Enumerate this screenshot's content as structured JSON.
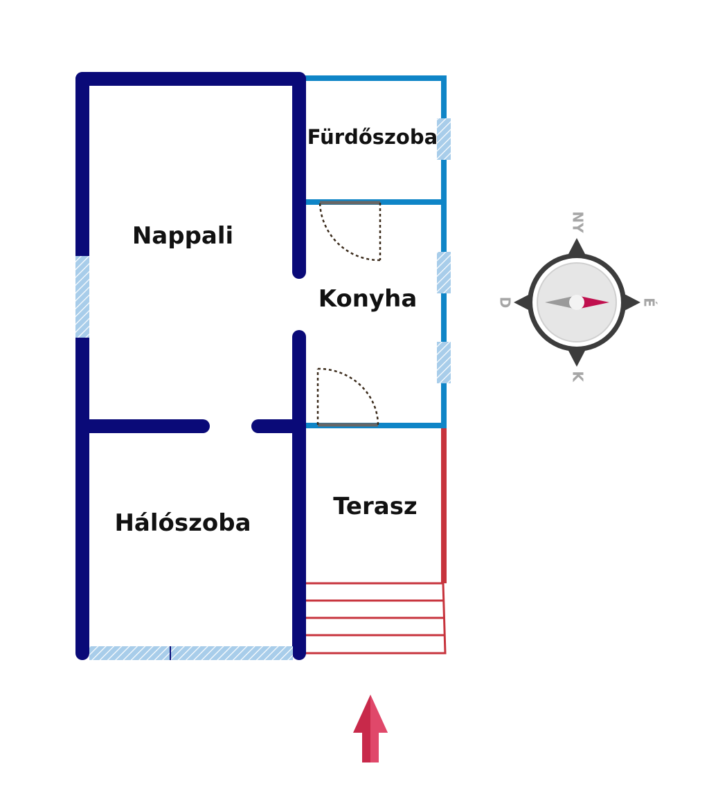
{
  "rooms": {
    "nappali": "Nappali",
    "furdoszoba": "Fürdőszoba",
    "konyha": "Konyha",
    "halo": "Hálószoba",
    "terasz": "Terasz"
  },
  "compass": {
    "north": "NY",
    "south": "K",
    "east": "É",
    "west": "D"
  },
  "colors": {
    "main_wall": "#0a0a78",
    "secondary_wall": "#0f85c7",
    "terrace_wall": "#c7333c",
    "window_fill": "#a8cdea",
    "door_panel": "#666666",
    "door_swing": "#3a2a1a",
    "entrance_arrow": "#c8294a",
    "compass_pointer": "#c0104e"
  }
}
